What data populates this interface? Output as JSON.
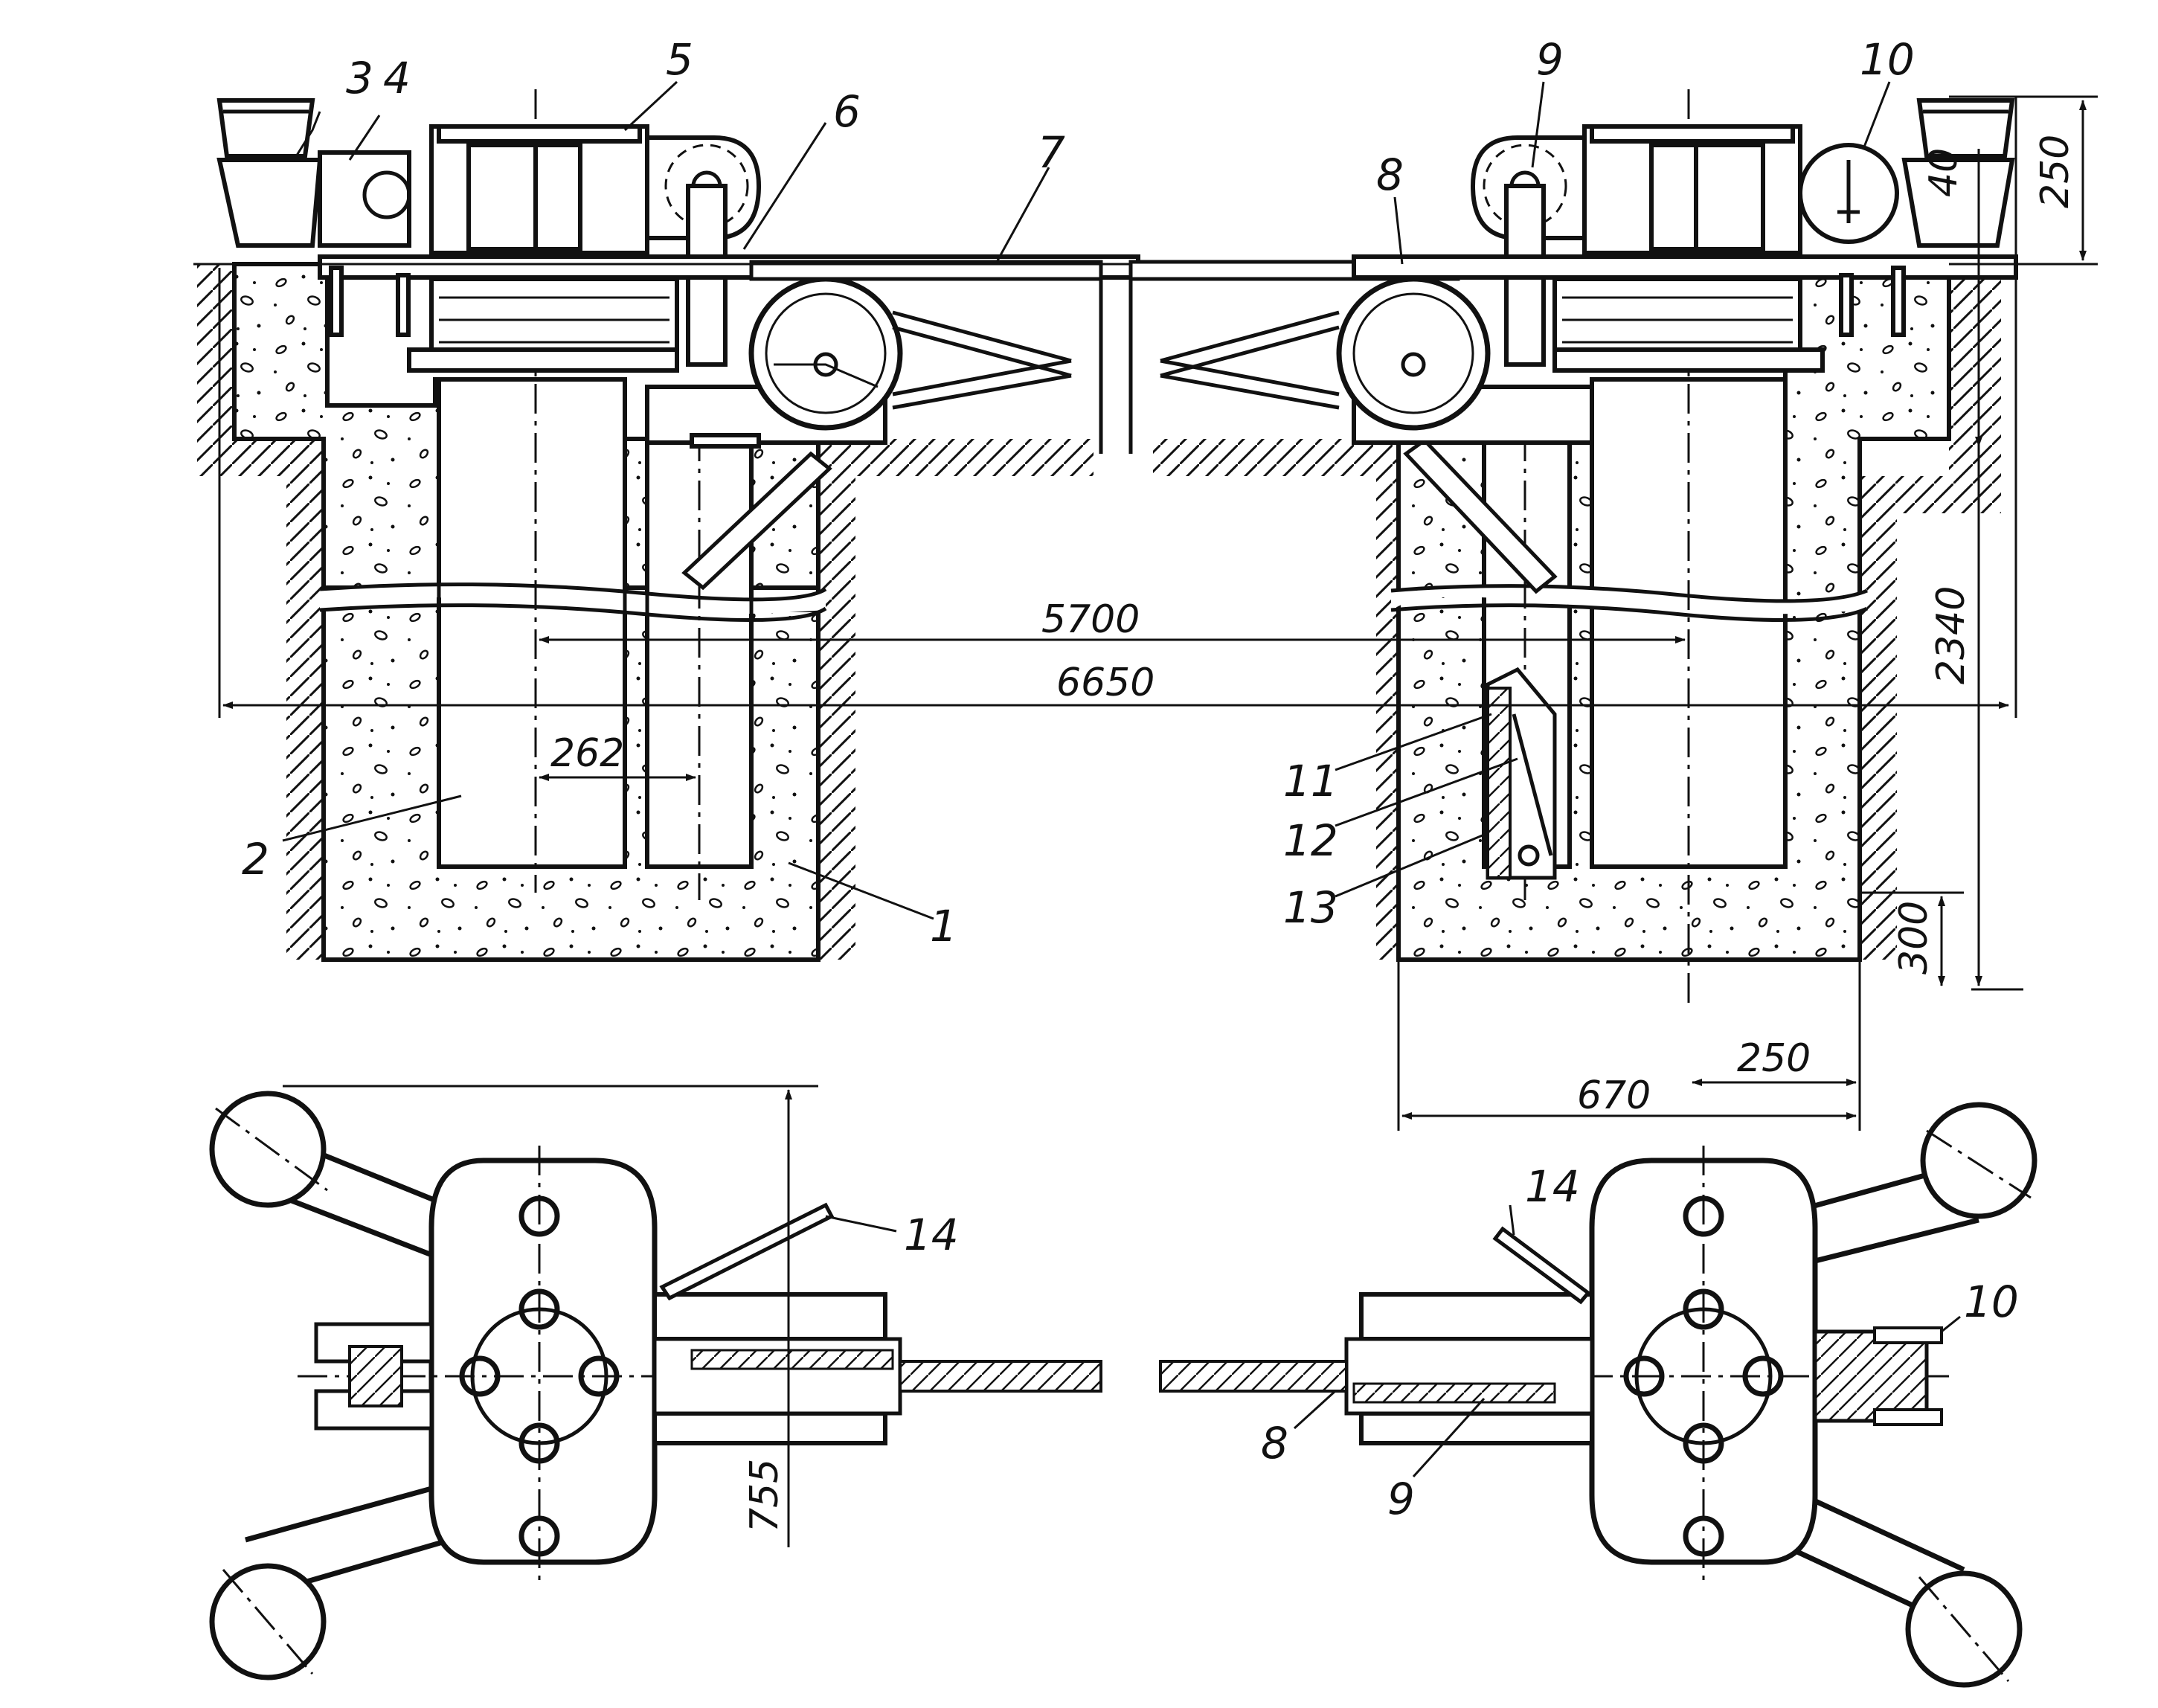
{
  "part_labels": {
    "p1": "1",
    "p2": "2",
    "p3": "3",
    "p4": "4",
    "p5": "5",
    "p6": "6",
    "p7": "7",
    "p8": "8",
    "p9": "9",
    "p10": "10",
    "p11": "11",
    "p12": "12",
    "p13": "13",
    "p14": "14",
    "p8b": "8",
    "p9b": "9",
    "p10b": "10",
    "p14b": "14"
  },
  "dimensions": {
    "d5700": "5700",
    "d6650": "6650",
    "d262": "262",
    "d250_top": "250",
    "d40": "40",
    "d2340": "2340",
    "d300": "300",
    "d250_bottom": "250",
    "d670": "670",
    "d755": "755"
  }
}
